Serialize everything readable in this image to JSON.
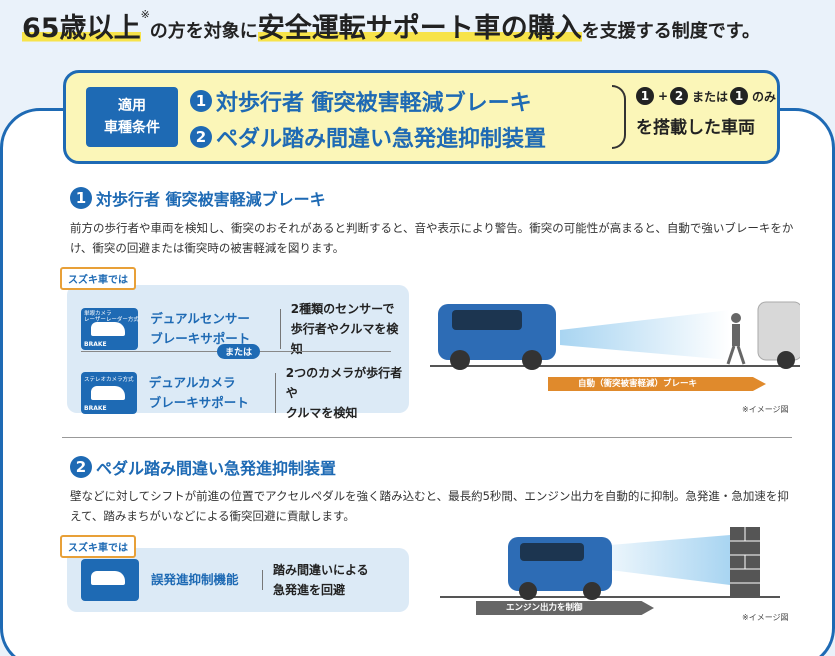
{
  "headline": {
    "age": "65歳以上",
    "note_mark": "※",
    "part1": "の方を対象に",
    "purchase": "安全運転サポート車の購入",
    "part2": "を支援する制度です。"
  },
  "conditions": {
    "label_line1": "適用",
    "label_line2": "車種条件",
    "item1_num": "1",
    "item1": "対歩行者 衝突被害軽減ブレーキ",
    "item2_num": "2",
    "item2": "ペダル踏み間違い急発進抑制装置",
    "combo_plus": "+",
    "combo_or": "または",
    "combo_only": "のみ",
    "result": "を搭載した車両"
  },
  "section1": {
    "num": "1",
    "title": "対歩行者 衝突被害軽減ブレーキ",
    "desc": "前方の歩行者や車両を検知し、衝突のおそれがあると判断すると、音や表示により警告。衝突の可能性が高まると、自動で強いブレーキをかけ、衝突の回避または衝突時の被害軽減を図ります。",
    "tag": "スズキ車では",
    "features": [
      {
        "icon": "dual-sensor-brake-icon",
        "icon_caption": "単眼カメラ\nレーザーレーダー方式",
        "icon_brake": "BRAKE",
        "name1": "デュアルセンサー",
        "name2": "ブレーキサポート",
        "desc1": "2種類のセンサーで",
        "desc2": "歩行者やクルマを検知"
      },
      {
        "icon": "dual-camera-brake-icon",
        "icon_caption": "ステレオカメラ方式",
        "icon_brake": "BRAKE",
        "name1": "デュアルカメラ",
        "name2": "ブレーキサポート",
        "desc1": "2つのカメラが歩行者や",
        "desc2": "クルマを検知"
      }
    ],
    "or_label": "または",
    "arrow_label": "自動（衝突被害軽減）ブレーキ",
    "image_note": "※イメージ図"
  },
  "section2": {
    "num": "2",
    "title": "ペダル踏み間違い急発進抑制装置",
    "desc": "壁などに対してシフトが前進の位置でアクセルペダルを強く踏み込むと、最長約5秒間、エンジン出力を自動的に抑制。急発進・急加速を抑えて、踏みまちがいなどによる衝突回避に貢献します。",
    "tag": "スズキ車では",
    "feature": {
      "icon": "acceleration-suppression-icon",
      "name": "誤発進抑制機能",
      "desc1": "踏み間違いによる",
      "desc2": "急発進を回避"
    },
    "arrow_label": "エンジン出力を制御",
    "image_note": "※イメージ図"
  },
  "colors": {
    "brand_blue": "#1e6ab4",
    "highlight_yellow": "#f7e34a",
    "orange_arrow": "#e08a2c",
    "gray_arrow": "#666666"
  }
}
